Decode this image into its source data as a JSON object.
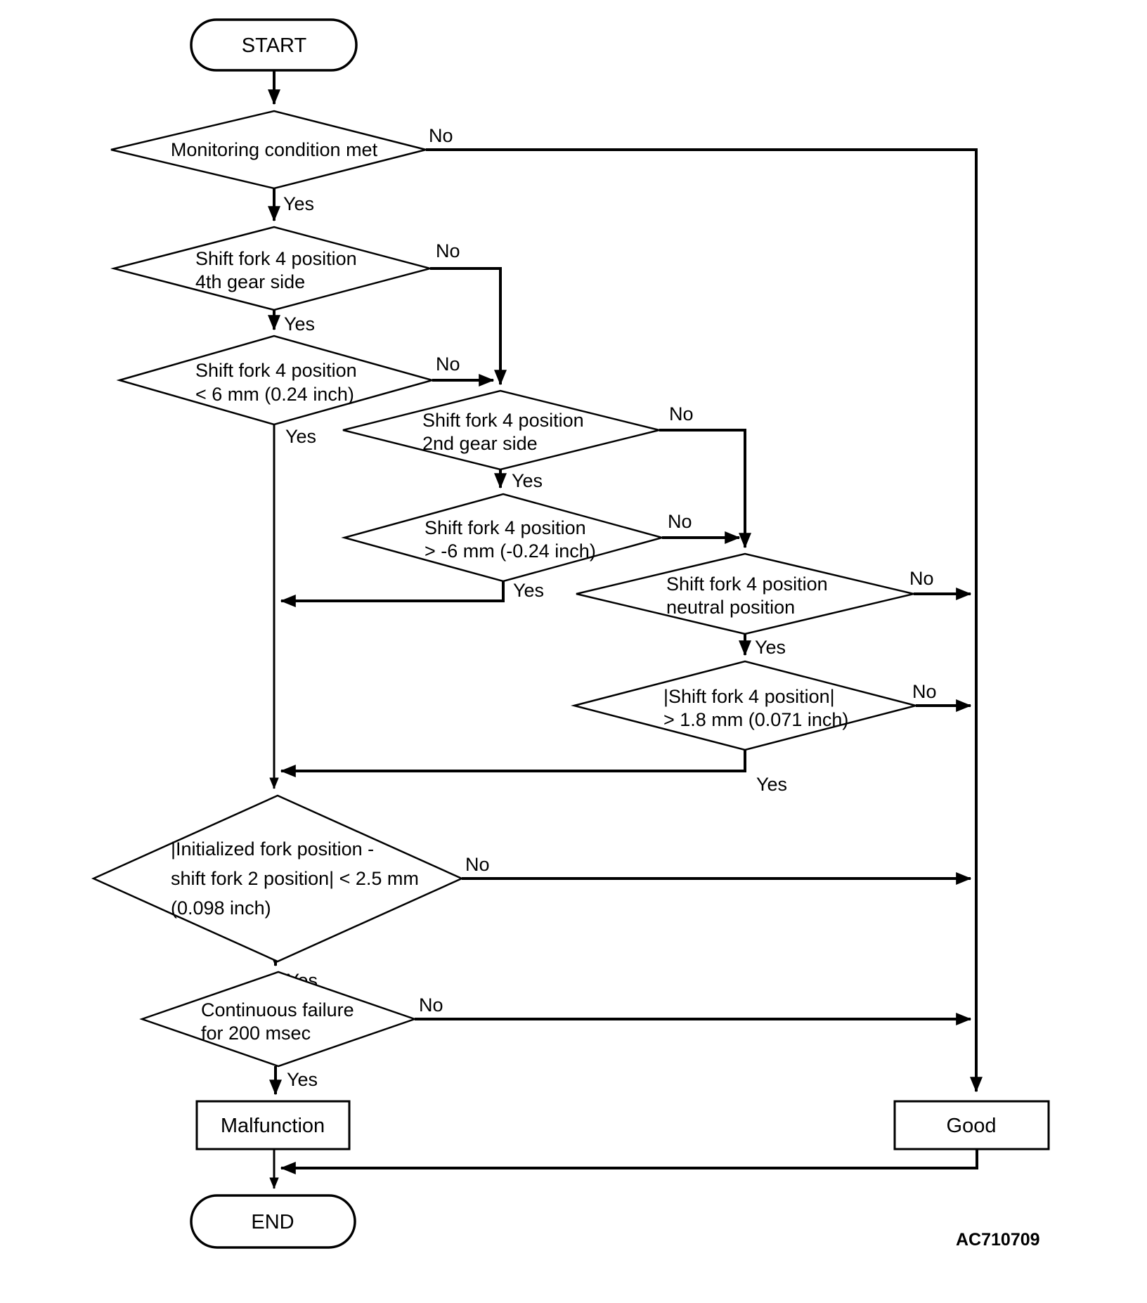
{
  "figure_code": "AC710709",
  "labels": {
    "yes": "Yes",
    "no": "No"
  },
  "colors": {
    "line": "#000000",
    "background": "#ffffff"
  },
  "nodes": {
    "start": {
      "label": "START"
    },
    "d1": {
      "lines": [
        "Monitoring condition met"
      ]
    },
    "d2": {
      "lines": [
        "Shift fork 4 position",
        "4th gear side"
      ]
    },
    "d3": {
      "lines": [
        "Shift fork 4 position",
        "< 6 mm (0.24 inch)"
      ]
    },
    "d4": {
      "lines": [
        "Shift fork 4 position",
        "2nd gear side"
      ]
    },
    "d5": {
      "lines": [
        "Shift fork 4 position",
        "> -6 mm (-0.24 inch)"
      ]
    },
    "d6": {
      "lines": [
        "Shift fork 4 position",
        "neutral position"
      ]
    },
    "d7": {
      "lines": [
        "|Shift fork 4 position|",
        "> 1.8 mm (0.071 inch)"
      ]
    },
    "d8": {
      "lines": [
        "|Initialized fork position -",
        "shift fork 2 position| < 2.5 mm",
        "(0.098 inch)"
      ]
    },
    "d9": {
      "lines": [
        "Continuous failure",
        "for 200 msec"
      ]
    },
    "malfunction": {
      "label": "Malfunction"
    },
    "good": {
      "label": "Good"
    },
    "end": {
      "label": "END"
    }
  }
}
